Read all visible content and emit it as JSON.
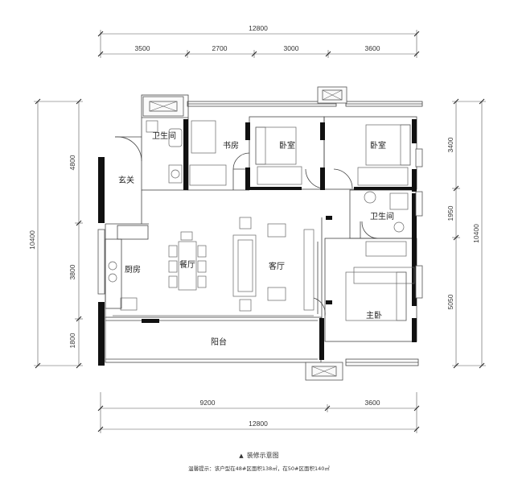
{
  "dimensions": {
    "top_total": "12800",
    "top_segments": [
      "3500",
      "2700",
      "3000",
      "3600"
    ],
    "bottom_segments": [
      "9200",
      "3600"
    ],
    "bottom_total": "12800",
    "left_total": "10400",
    "left_segments": [
      "4800",
      "3800",
      "1800"
    ],
    "right_total": "10400",
    "right_segments": [
      "3400",
      "1950",
      "5050"
    ]
  },
  "rooms": {
    "bathroom_1": "卫生间",
    "study": "书房",
    "bedroom_1": "卧室",
    "bedroom_2": "卧室",
    "entrance": "玄关",
    "bathroom_2": "卫生间",
    "kitchen": "厨房",
    "dining": "餐厅",
    "living": "客厅",
    "master_bedroom": "主卧",
    "balcony": "阳台"
  },
  "caption": {
    "title": "装修示意图",
    "note": "温馨提示：该户型在48#区面积138㎡，在50#区面积140㎡"
  },
  "colors": {
    "wall": "#111111",
    "line": "#555555",
    "window": "#777777"
  }
}
